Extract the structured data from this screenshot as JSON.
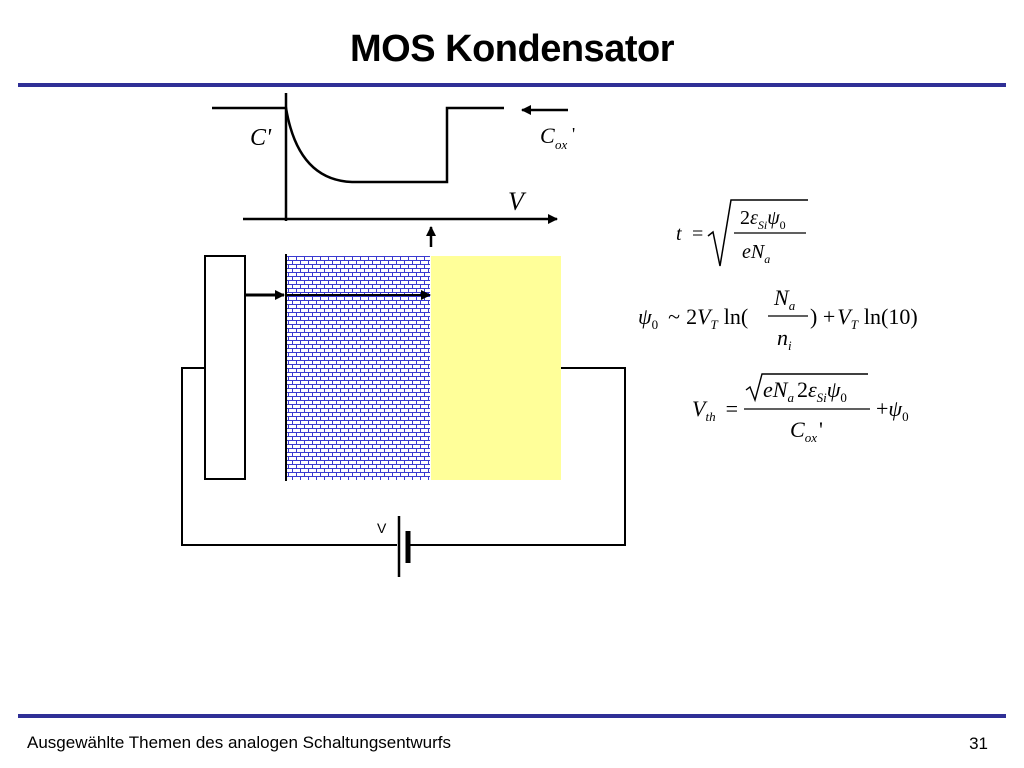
{
  "slide": {
    "title": "MOS Kondensator",
    "footer_text": "Ausgewählte Themen des analogen Schaltungsentwurfs",
    "page_number": "31",
    "colors": {
      "rule": "#2f2f96",
      "oxide_hatch": "#3a3ad0",
      "silicon_fill": "#ffff99"
    }
  },
  "plot": {
    "y_label": "C'",
    "x_label": "V",
    "cox_label_main": "C",
    "cox_label_sub": "ox",
    "cox_label_prime": "'"
  },
  "circuit": {
    "battery_label": "V"
  },
  "formulas": {
    "t": {
      "lhs": "t",
      "num_coeff": "2",
      "eps": "ε",
      "eps_sub": "Si",
      "psi": "ψ",
      "psi_sub": "0",
      "den_e": "e",
      "den_N": "N",
      "den_N_sub": "a"
    },
    "psi0": {
      "psi": "ψ",
      "psi_sub": "0",
      "tilde": "~",
      "coeff": "2",
      "V": "V",
      "V_sub": "T",
      "ln_open": "ln(",
      "frac_num": "N",
      "frac_num_sub": "a",
      "frac_den": "n",
      "frac_den_sub": "i",
      "close_plus": ") +",
      "V2": "V",
      "V2_sub": "T",
      "ln10": "ln(10)"
    },
    "vth": {
      "lhs": "V",
      "lhs_sub": "th",
      "eq": "=",
      "num_e": "e",
      "num_N": "N",
      "num_N_sub": "a",
      "num_coeff": "2",
      "eps": "ε",
      "eps_sub": "Si",
      "psi": "ψ",
      "psi_sub": "0",
      "den_C": "C",
      "den_C_sub": "ox",
      "den_prime": "'",
      "plus": "+",
      "psi2": "ψ",
      "psi2_sub": "0"
    }
  }
}
